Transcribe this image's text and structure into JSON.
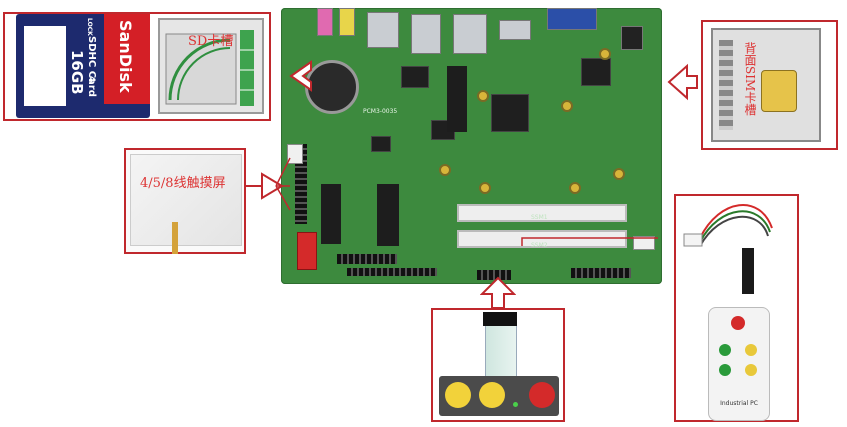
{
  "labels": {
    "sd_slot": "SD卡槽",
    "touch_screen": "4/5/8线触摸屏",
    "sim_slot": "背面SIM卡槽"
  },
  "sd_card": {
    "brand": "SanDisk",
    "model": "SDHC Card",
    "capacity": "16GB",
    "lock": "LOCK",
    "class": "4"
  },
  "board": {
    "silk_1": "PCM3-0035",
    "silk_2": "SSM1",
    "silk_3": "SSM2"
  },
  "remote": {
    "caption": "Industrial PC"
  },
  "colors": {
    "accent_red": "#c0282d",
    "board_green": "#3d8a3e",
    "button_yellow": "#f2d23a",
    "power_red": "#d42a2a"
  }
}
